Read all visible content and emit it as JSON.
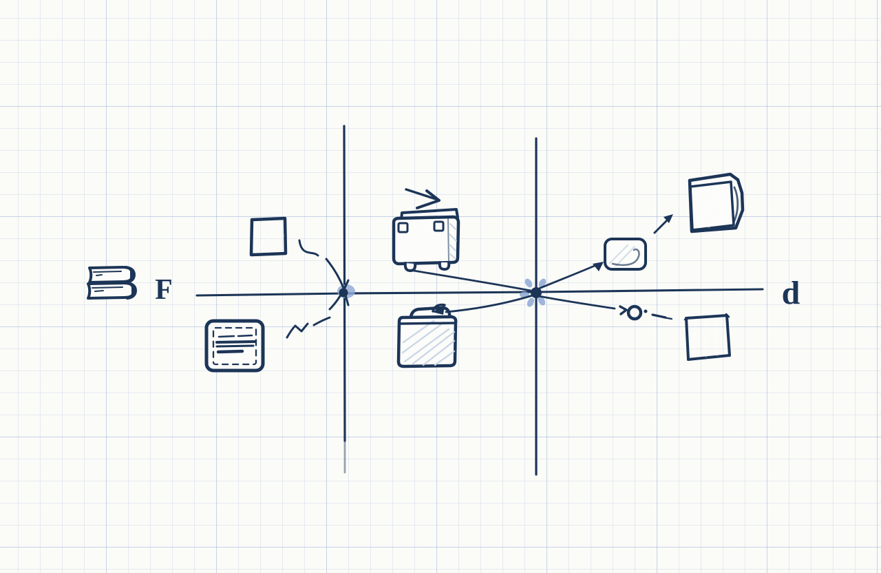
{
  "labels": {
    "left_axis": "F",
    "right_axis": "d"
  },
  "colors": {
    "ink": "#1c3557",
    "square_blue": "#3e6a9c",
    "square_blue_muted": "#53749f",
    "halo_blue": "#8fa9d4",
    "paper": "#fbfbf8",
    "grid_line": "#c9d8ec",
    "shape_white": "#fcfcfa",
    "hatch_light": "#c6d4e3"
  },
  "icons": [
    {
      "name": "books-icon",
      "shape": "two stacked books at left of axis"
    },
    {
      "name": "filled-square-icon",
      "shape": "solid blue square, upper left quadrant"
    },
    {
      "name": "note-card-icon",
      "shape": "white card with dashed border and text lines"
    },
    {
      "name": "tv-box-icon",
      "shape": "white box with two blue eyes, lid and feet"
    },
    {
      "name": "folder-icon",
      "shape": "folder with tab, light hatched fill"
    },
    {
      "name": "small-card-icon",
      "shape": "small white rounded card with page curl"
    },
    {
      "name": "cube-icon",
      "shape": "3D cube with blue front face"
    },
    {
      "name": "shaded-square-icon",
      "shape": "sketch-shaded blue square, lower right"
    },
    {
      "name": "focal-point-icon",
      "shape": "dark dot with light blue halo on axis"
    },
    {
      "name": "circle-glyph-icon",
      "shape": "chevron, small circle, dot and dash"
    }
  ]
}
